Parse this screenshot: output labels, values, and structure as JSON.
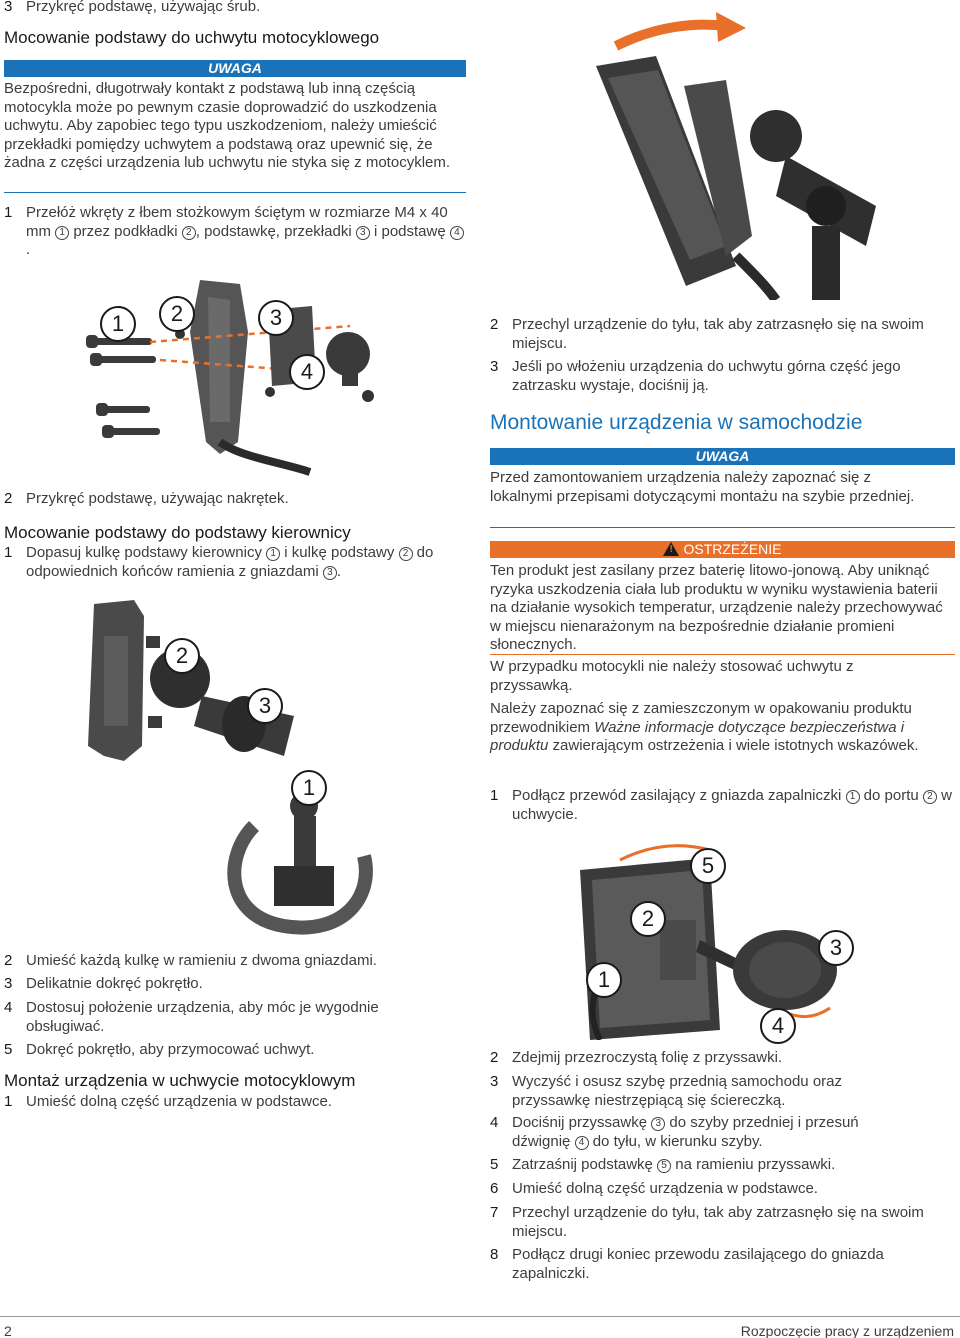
{
  "left": {
    "top_step": {
      "n": "3",
      "text": "Przykręć podstawę, używając śrub."
    },
    "h_moto_base": "Mocowanie podstawy do uchwytu motocyklowego",
    "notice_label": "UWAGA",
    "notice_text": "Bezpośredni, długotrwały kontakt z podstawą lub inną częścią motocykla może po pewnym czasie doprowadzić do uszkodzenia uchwytu. Aby zapobiec tego typu uszkodzeniom, należy umieścić przekładki pomiędzy uchwytem a podstawą oraz upewnić się, że żadna z części urządzenia lub uchwytu nie styka się z motocyklem.",
    "step1": {
      "n": "1",
      "a": "Przełóż wkręty z łbem stożkowym ściętym w rozmiarze M4 x 40 mm ",
      "c1": "1",
      "b": " przez podkładki ",
      "c2": "2",
      "c": ", podstawkę, przekładki ",
      "c3": "3",
      "d": " i podstawę ",
      "c4": "4",
      "e": "."
    },
    "fig1_labels": [
      "1",
      "2",
      "3",
      "4"
    ],
    "step2": {
      "n": "2",
      "text": "Przykręć podstawę, używając nakrętek."
    },
    "h_handlebar": "Mocowanie podstawy do podstawy kierownicy",
    "hb_step1": {
      "n": "1",
      "a": "Dopasuj kulkę podstawy kierownicy ",
      "c1": "1",
      "b": " i kulkę podstawy ",
      "c2": "2",
      "c": " do odpowiednich końców ramienia z gniazdami ",
      "c3": "3",
      "d": "."
    },
    "fig2_labels": [
      "2",
      "3",
      "1"
    ],
    "hb_steps": [
      {
        "n": "2",
        "text": "Umieść każdą kulkę w ramieniu z dwoma gniazdami."
      },
      {
        "n": "3",
        "text": "Delikatnie dokręć pokrętło."
      },
      {
        "n": "4",
        "text": "Dostosuj położenie urządzenia, aby móc je wygodnie obsługiwać."
      },
      {
        "n": "5",
        "text": "Dokręć pokrętło, aby przymocować uchwyt."
      }
    ],
    "h_install_moto": "Montaż urządzenia w uchwycie motocyklowym",
    "im_step1": {
      "n": "1",
      "text": "Umieść dolną część urządzenia w podstawce."
    }
  },
  "right": {
    "moto_steps": [
      {
        "n": "2",
        "text": "Przechyl urządzenie do tyłu, tak aby zatrzasnęło się na swoim miejscu."
      },
      {
        "n": "3",
        "text": "Jeśli po włożeniu urządzenia do uchwytu górna część jego zatrzasku wystaje, dociśnij ją."
      }
    ],
    "h_car": "Montowanie urządzenia w samochodzie",
    "notice_label": "UWAGA",
    "notice_text": "Przed zamontowaniem urządzenia należy zapoznać się z lokalnymi przepisami dotyczącymi montażu na szybie przedniej.",
    "warning_label": "OSTRZEŻENIE",
    "warning_text": "Ten produkt jest zasilany przez baterię litowo-jonową. Aby uniknąć ryzyka uszkodzenia ciała lub produktu w wyniku wystawienia baterii na działanie wysokich temperatur, urządzenie należy przechowywać w miejscu nienarażonym na bezpośrednie działanie promieni słonecznych.",
    "para_moto": "W przypadku motocykli nie należy stosować uchwytu z przyssawką.",
    "para_guide_a": "Należy zapoznać się z zamieszczonym w opakowaniu produktu przewodnikiem ",
    "para_guide_italic": "Ważne informacje dotyczące bezpieczeństwa i produktu",
    "para_guide_b": " zawierającym ostrzeżenia i wiele istotnych wskazówek.",
    "car_step1": {
      "n": "1",
      "a": "Podłącz przewód zasilający z gniazda zapalniczki ",
      "c1": "1",
      "b": " do portu ",
      "c2": "2",
      "c": " w uchwycie."
    },
    "fig3_labels": [
      "5",
      "2",
      "3",
      "1",
      "4"
    ],
    "car_steps": [
      {
        "n": "2",
        "text": "Zdejmij przezroczystą folię z przyssawki."
      },
      {
        "n": "3",
        "text": "Wyczyść i osusz szybę przednią samochodu oraz przyssawkę niestrzępiącą się ściereczką."
      },
      {
        "n": "4",
        "a": "Dociśnij przyssawkę ",
        "c1": "3",
        "b": " do szyby przedniej i przesuń dźwignię ",
        "c2": "4",
        "c": " do tyłu, w kierunku szyby."
      },
      {
        "n": "5",
        "a": "Zatrzaśnij podstawkę ",
        "c1": "5",
        "b": " na ramieniu przyssawki."
      },
      {
        "n": "6",
        "text": "Umieść dolną część urządzenia w podstawce."
      },
      {
        "n": "7",
        "text": "Przechyl urządzenie do tyłu, tak aby zatrzasnęło się na swoim miejscu."
      },
      {
        "n": "8",
        "text": "Podłącz drugi koniec przewodu zasilającego do gniazda zapalniczki."
      }
    ]
  },
  "footer": {
    "page": "2",
    "section": "Rozpoczęcie pracy z urządzeniem"
  },
  "colors": {
    "accent_blue": "#1a73b8",
    "warning_orange": "#e8702a"
  }
}
